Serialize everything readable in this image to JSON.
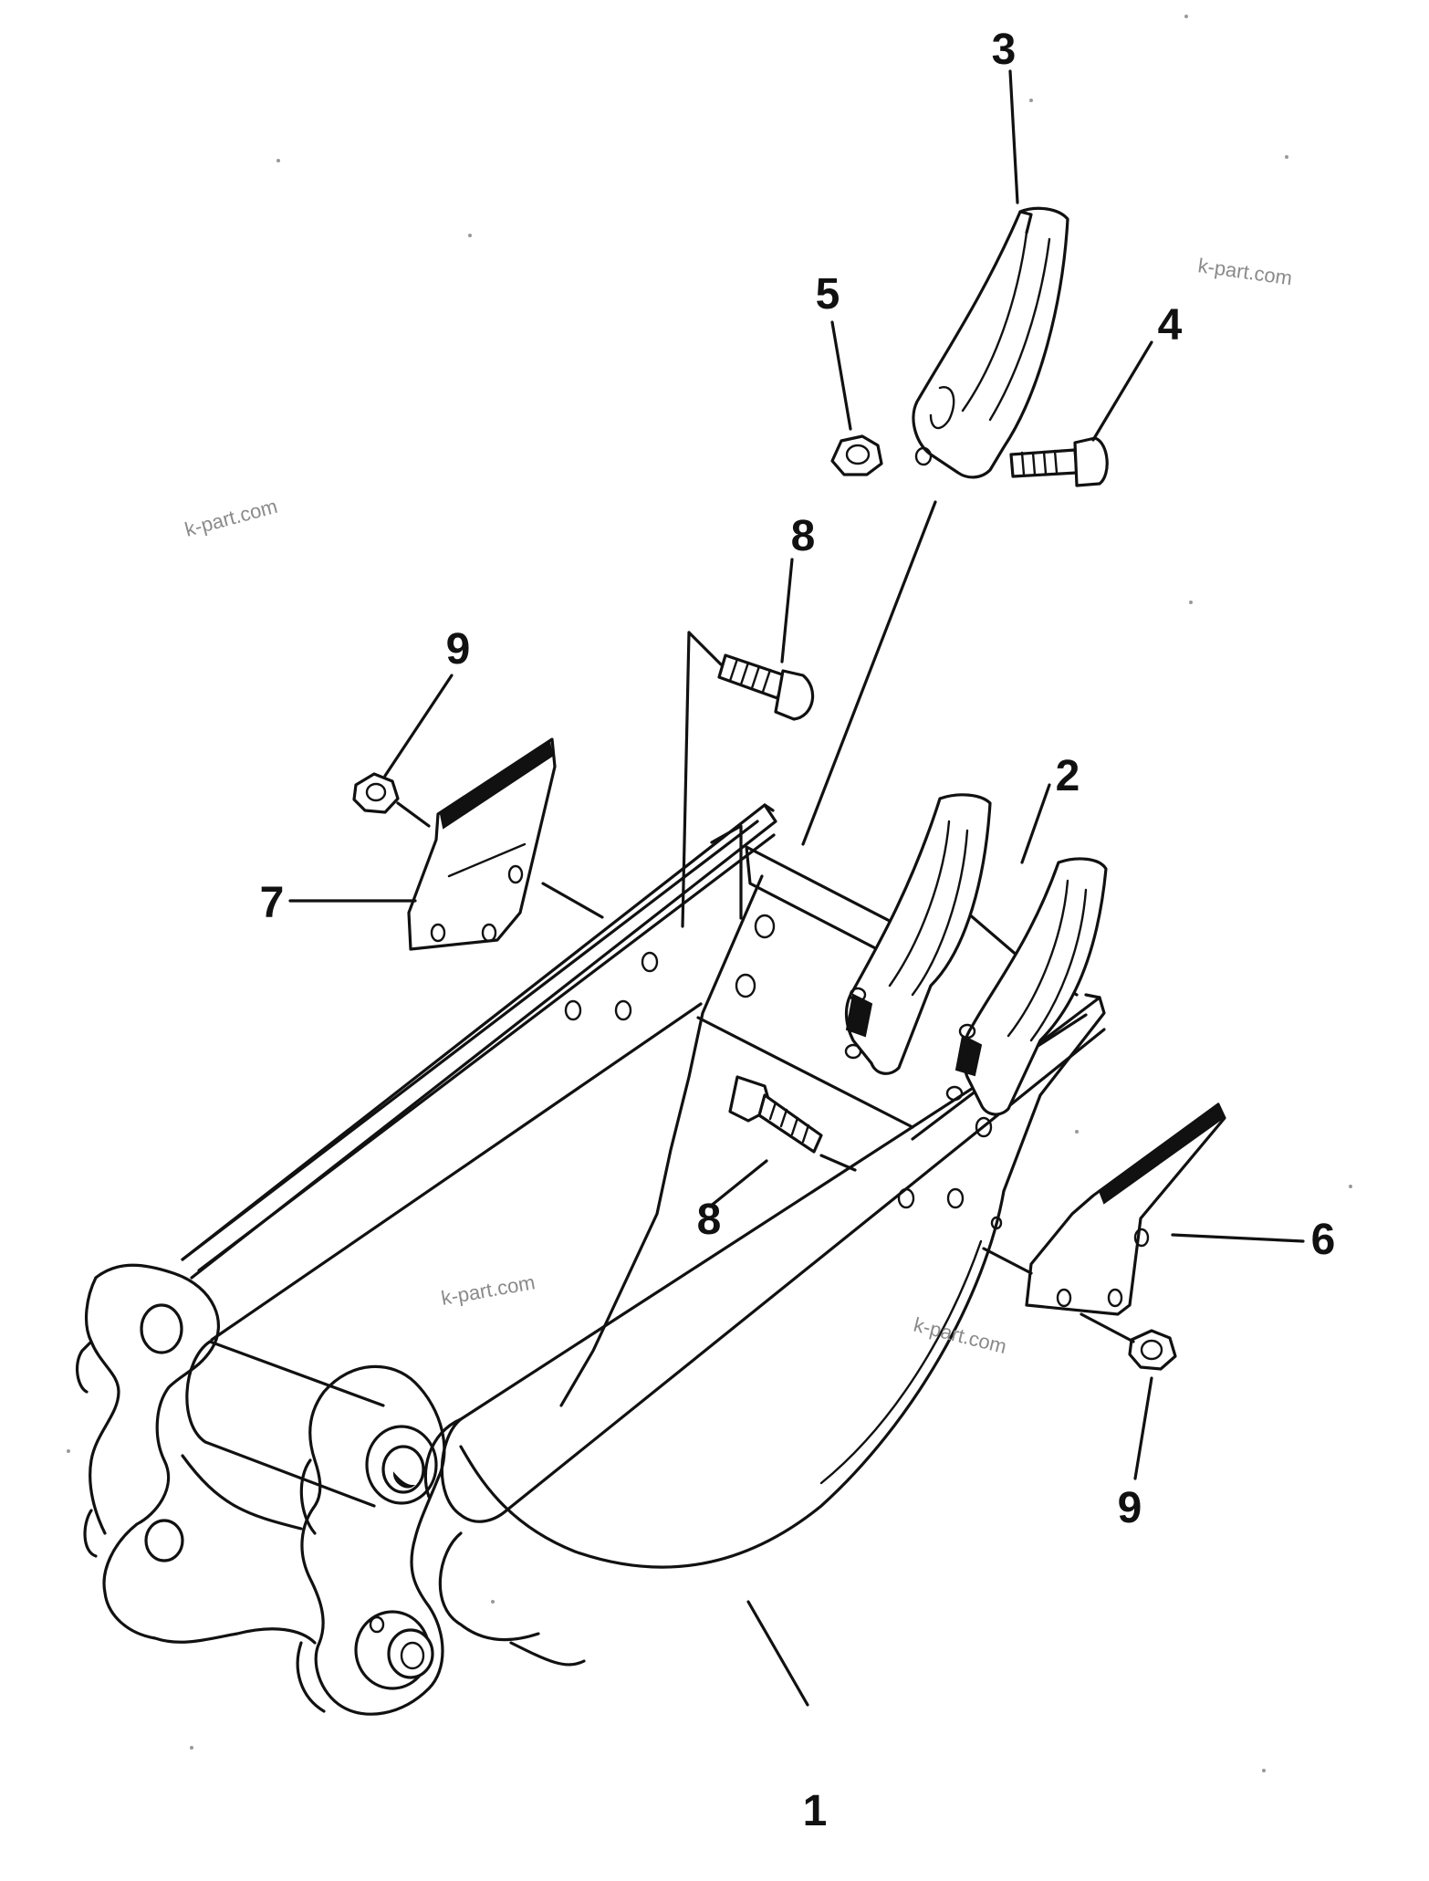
{
  "callouts": {
    "bucket": "1",
    "tooth_mounted": "2",
    "tooth_exploded": "3",
    "tooth_bolt": "4",
    "tooth_nut": "5",
    "side_cutter_right": "6",
    "side_cutter_left": "7",
    "cutter_bolt_upper": "8",
    "cutter_bolt_lower": "8",
    "cutter_nut_left": "9",
    "cutter_nut_right": "9"
  },
  "watermarks": [
    "k-part.com",
    "k-part.com",
    "k-part.com",
    "k-part.com"
  ]
}
